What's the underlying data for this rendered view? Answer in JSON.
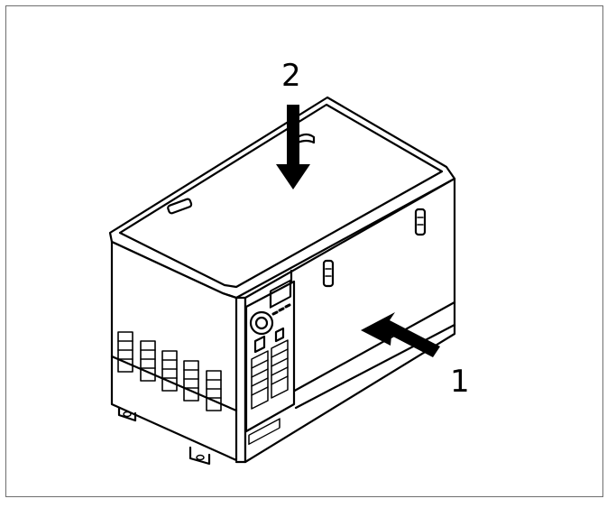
{
  "figure": {
    "callouts": [
      {
        "id": "1",
        "text": "1"
      },
      {
        "id": "2",
        "text": "2"
      }
    ],
    "colors": {
      "line": "#000000",
      "frame": "#6e6e6e",
      "background": "#ffffff"
    }
  }
}
